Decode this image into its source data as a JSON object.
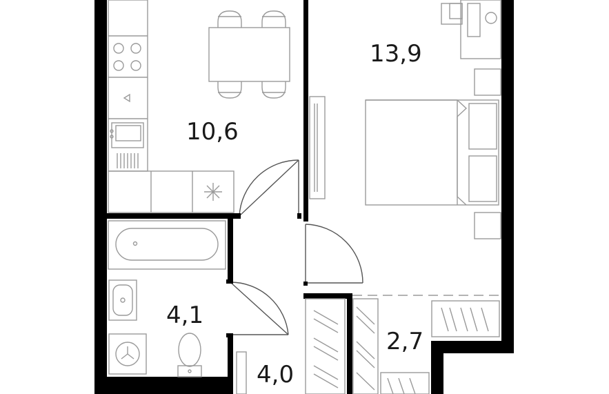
{
  "rooms": {
    "kitchen": {
      "area": "10,6"
    },
    "bedroom": {
      "area": "13,9"
    },
    "bathroom": {
      "area": "4,1"
    },
    "hallway": {
      "area": "4,0"
    },
    "wardrobe": {
      "area": "2,7"
    }
  }
}
